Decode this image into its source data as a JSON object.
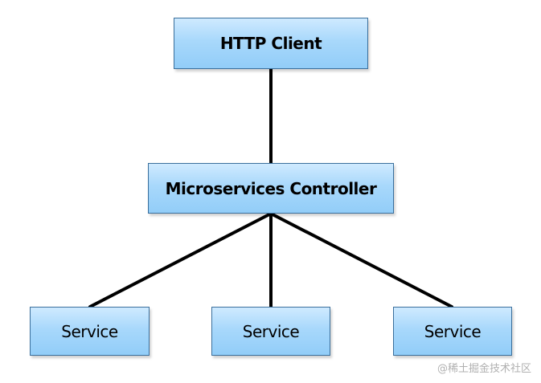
{
  "diagram": {
    "nodes": {
      "client": "HTTP Client",
      "controller": "Microservices Controller",
      "services": [
        "Service",
        "Service",
        "Service"
      ]
    },
    "colors": {
      "node_fill_top": "#cfeaff",
      "node_fill_bottom": "#92cdf8",
      "node_border": "#3a6f9c",
      "connector": "#000000"
    }
  },
  "watermark": "@稀土掘金技术社区"
}
